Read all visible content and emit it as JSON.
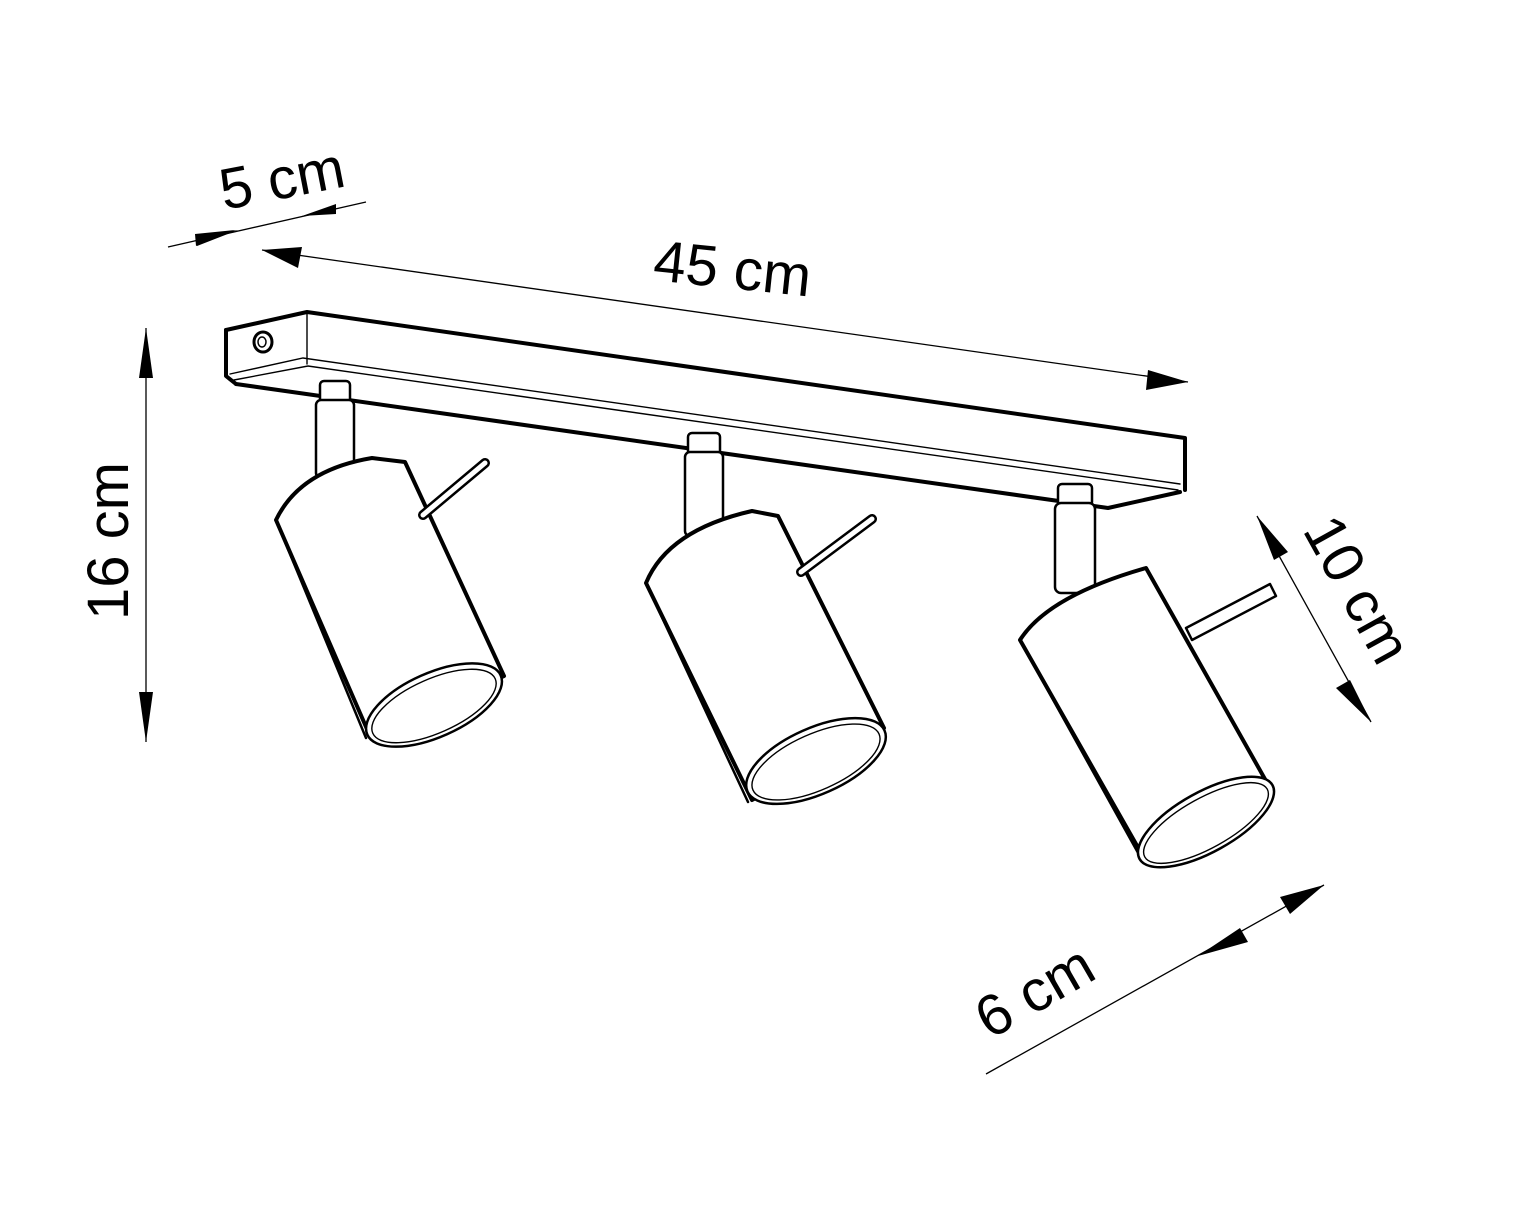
{
  "diagram": {
    "subject": "three-spot ceiling lamp on rectangular base bar",
    "colors": {
      "line": "#000000",
      "background": "#ffffff"
    },
    "dimensions": {
      "depth": {
        "label": "5 cm",
        "value": 5,
        "unit": "cm"
      },
      "length": {
        "label": "45 cm",
        "value": 45,
        "unit": "cm"
      },
      "height": {
        "label": "16 cm",
        "value": 16,
        "unit": "cm"
      },
      "shade_length": {
        "label": "10 cm",
        "value": 10,
        "unit": "cm"
      },
      "shade_diameter": {
        "label": "6 cm",
        "value": 6,
        "unit": "cm"
      }
    },
    "components": {
      "base_bar": {
        "name": "mounting bar",
        "screw_count": 1
      },
      "spotlights": [
        {
          "id": "spot-1",
          "position": "left"
        },
        {
          "id": "spot-2",
          "position": "center"
        },
        {
          "id": "spot-3",
          "position": "right"
        }
      ]
    }
  }
}
